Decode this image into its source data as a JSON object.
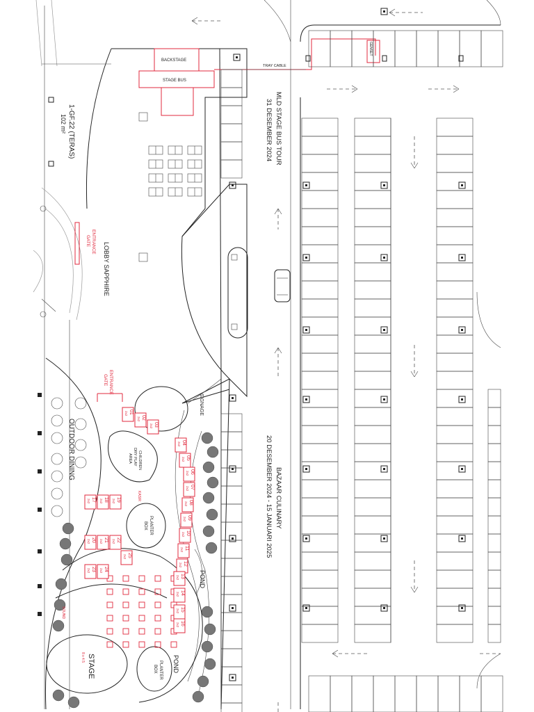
{
  "labels": {
    "backstage": "BACKSTAGE",
    "stage_bus": "STAGE BUS",
    "tray_cable": "TRAY CABLE",
    "genset": "GENSET",
    "terrace": "1-GF.22 (TERAS)",
    "terrace_area": "102 m²",
    "entrance_gate": "ENTRANCE",
    "gate": "GATE",
    "lobby_sapphire": "LOBBY SAPPHIRE",
    "outdoor_dining": "OUTDOOR DINING",
    "signage": "SIGNAGE",
    "children": "CHILDREN",
    "dry_play": "DRY PLAY",
    "area": "AREA",
    "planter": "PLANTER",
    "box": "BOX",
    "pond": "POND",
    "stage": "STAGE",
    "stage_size": "8 x 4.5",
    "sound": "SOUND",
    "kasir": "KASIR"
  },
  "events": {
    "bus_tour": {
      "name": "MLD STAGE BUS TOUR",
      "date": "31 DESEMBER 2024"
    },
    "bazaar": {
      "name": "BAZAAR CULINARY",
      "date": "20 DESEMBER 2024 - 15 JANUARI 2025"
    }
  },
  "booths": [
    {
      "no": "01",
      "size": "2x2"
    },
    {
      "no": "02",
      "size": "2x2"
    },
    {
      "no": "03",
      "size": "2x2"
    },
    {
      "no": "04",
      "size": "2x2"
    },
    {
      "no": "05",
      "size": "2x2"
    },
    {
      "no": "06",
      "size": "2x2"
    },
    {
      "no": "07",
      "size": "2x2"
    },
    {
      "no": "08",
      "size": "2x2"
    },
    {
      "no": "09",
      "size": "2x2"
    },
    {
      "no": "10",
      "size": "2x2"
    },
    {
      "no": "11",
      "size": "2x2"
    },
    {
      "no": "12",
      "size": "2x2"
    },
    {
      "no": "13",
      "size": "2x2"
    },
    {
      "no": "14",
      "size": "2x2"
    },
    {
      "no": "15",
      "size": "2x2"
    },
    {
      "no": "16",
      "size": "2x2"
    },
    {
      "no": "17",
      "size": "2x2"
    },
    {
      "no": "18",
      "size": "2x2"
    },
    {
      "no": "19",
      "size": "2x2"
    },
    {
      "no": "20",
      "size": "2x2"
    },
    {
      "no": "21",
      "size": "2x2"
    },
    {
      "no": "22",
      "size": "2x2"
    },
    {
      "no": "23",
      "size": "2x2"
    },
    {
      "no": "24",
      "size": "2x2"
    },
    {
      "no": "25",
      "size": "2x2"
    }
  ],
  "colors": {
    "booth": "#e0283c",
    "line": "#222222",
    "tree": "#777777"
  }
}
